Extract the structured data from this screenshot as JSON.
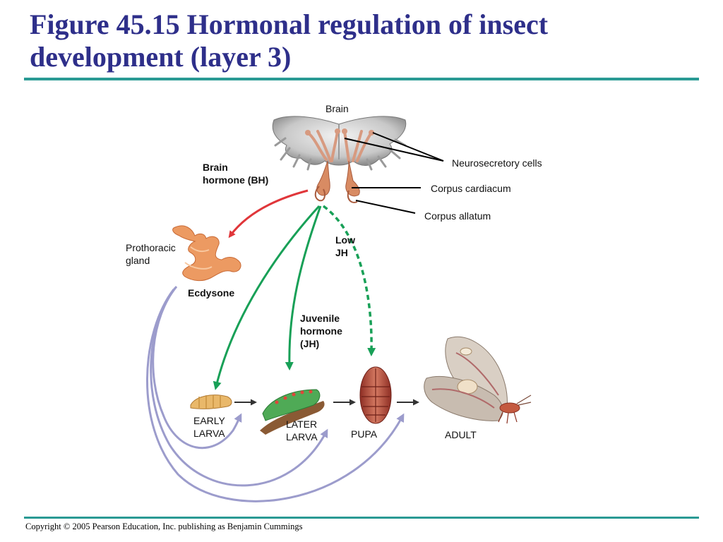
{
  "slide": {
    "title_line1": "Figure 45.15 Hormonal regulation of insect",
    "title_line2": "development (layer 3)",
    "copyright": "Copyright © 2005 Pearson Education, Inc. publishing as Benjamin Cummings"
  },
  "diagram": {
    "brain": "Brain",
    "neurosecretory_cells": "Neurosecretory cells",
    "corpus_cardiacum": "Corpus cardiacum",
    "corpus_allatum": "Corpus allatum",
    "brain_hormone_line1": "Brain",
    "brain_hormone_line2": "hormone (BH)",
    "prothoracic_line1": "Prothoracic",
    "prothoracic_line2": "gland",
    "ecdysone": "Ecdysone",
    "low_jh_line1": "Low",
    "low_jh_line2": "JH",
    "jh_line1": "Juvenile",
    "jh_line2": "hormone",
    "jh_line3": "(JH)",
    "early_larva_line1": "EARLY",
    "early_larva_line2": "LARVA",
    "later_larva_line1": "LATER",
    "later_larva_line2": "LARVA",
    "pupa": "PUPA",
    "adult": "ADULT"
  },
  "colors": {
    "title": "#2e2f8a",
    "rule": "#2a9a94",
    "brain_hormone_arrow": "#e0363a",
    "jh_arrow": "#18a057",
    "ecdysone_arrow": "#9c9ccc"
  }
}
